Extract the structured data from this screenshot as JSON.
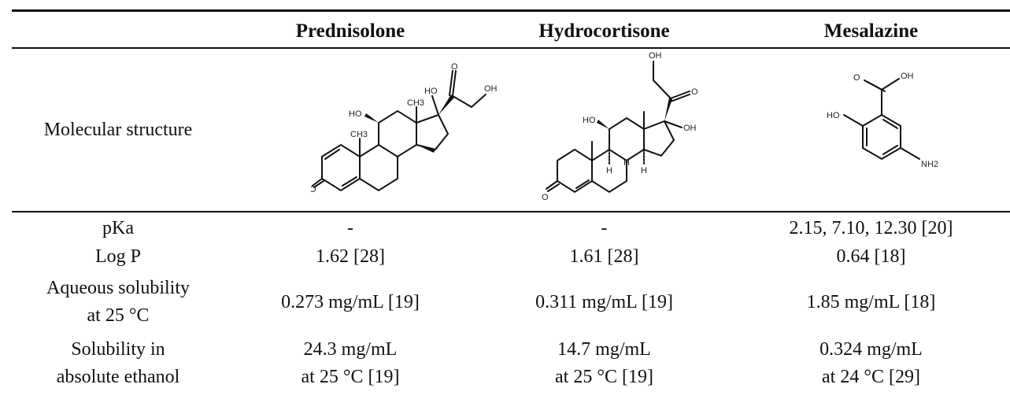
{
  "table": {
    "headers": [
      "",
      "Prednisolone",
      "Hydrocortisone",
      "Mesalazine"
    ],
    "structure_label": "Molecular structure",
    "structure_atoms": {
      "prednisolone": {
        "o_top": "O",
        "oh_top": "OH",
        "ho_c11": "HO",
        "ho_c17": "HO",
        "ch3_c13": "CH3",
        "ch3_c10": "CH3",
        "o_c3": "O"
      },
      "hydrocortisone": {
        "oh_top": "OH",
        "o_c20": "O",
        "oh_c17": "OH",
        "ho_c11": "HO",
        "h_c9": "H",
        "h_c8": "H",
        "h_c14": "H",
        "o_c3": "O"
      },
      "mesalazine": {
        "o_carbonyl": "O",
        "oh_acid": "OH",
        "ho_ring": "HO",
        "nh2": "NH2"
      }
    },
    "rows": [
      {
        "label": "pKa",
        "values": [
          "-",
          "-",
          "2.15, 7.10, 12.30 [20]"
        ]
      },
      {
        "label": "Log P",
        "values": [
          "1.62 [28]",
          "1.61 [28]",
          "0.64 [18]"
        ]
      },
      {
        "label_lines": [
          "Aqueous solubility",
          "at 25 °C"
        ],
        "values": [
          "0.273 mg/mL [19]",
          "0.311 mg/mL [19]",
          "1.85 mg/mL [18]"
        ]
      },
      {
        "label_lines": [
          "Solubility in",
          "absolute ethanol"
        ],
        "values_lines": [
          [
            "24.3 mg/mL",
            "at 25 °C [19]"
          ],
          [
            "14.7 mg/mL",
            "at 25 °C [19]"
          ],
          [
            "0.324 mg/mL",
            "at 24 °C [29]"
          ]
        ]
      }
    ]
  }
}
